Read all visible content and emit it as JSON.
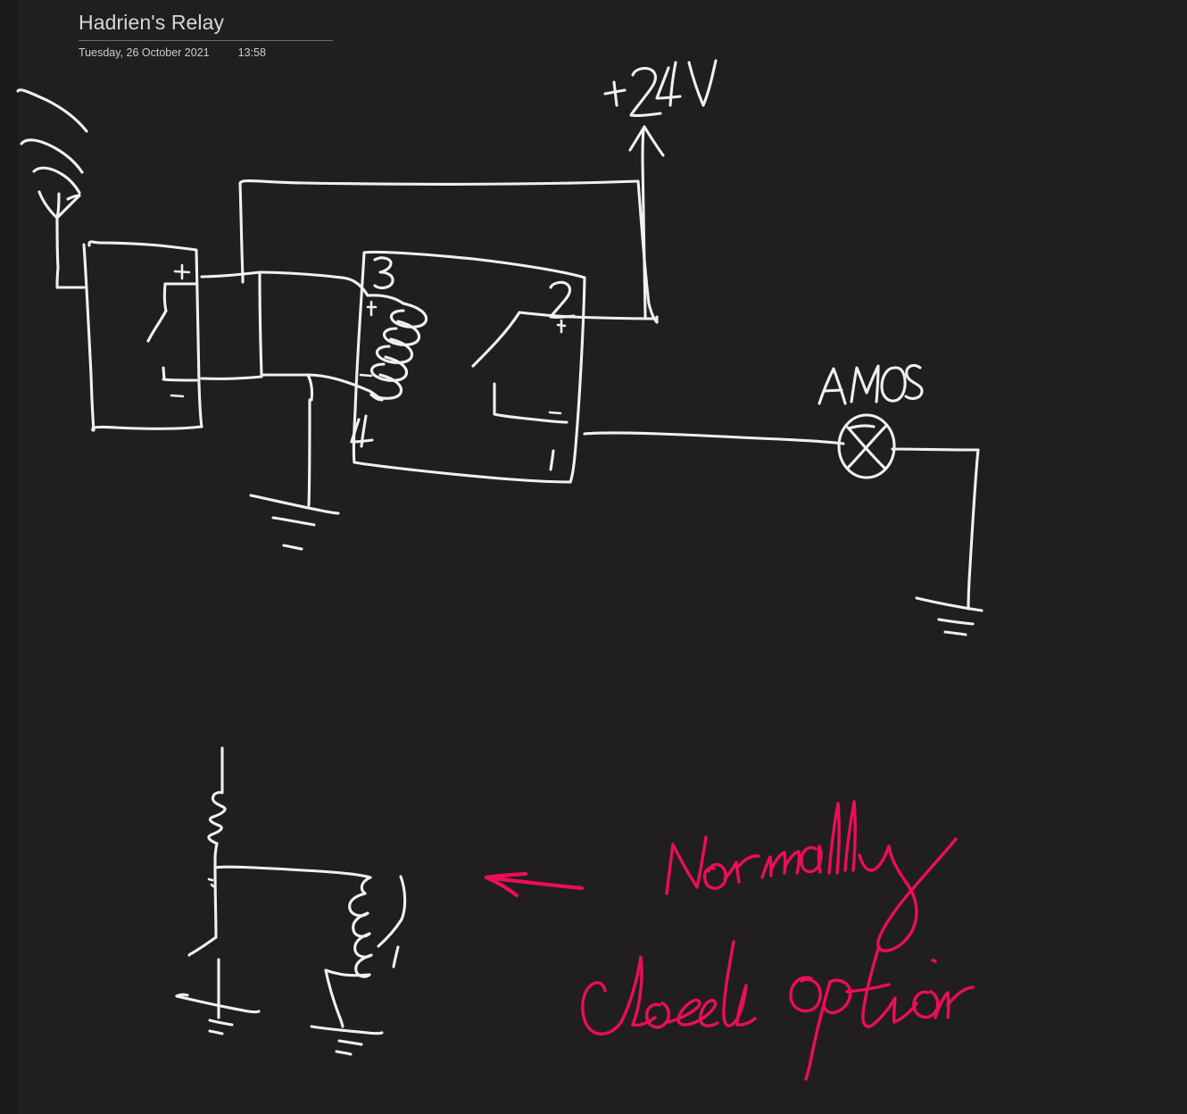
{
  "note": {
    "title": "Hadrien's Relay",
    "date": "Tuesday, 26 October 2021",
    "time": "13:58"
  },
  "colors": {
    "background": "#201f1e",
    "ink_white": "#f2f0ed",
    "ink_pink": "#ed0c5c",
    "header_text": "#d8d6d3"
  },
  "drawing": {
    "labels": {
      "supply": "+24V",
      "relay_terminal_3": "3",
      "relay_terminal_4": "4",
      "relay_terminal_2": "2",
      "relay_terminal_1": "1",
      "source_plus": "+",
      "source_minus": "-",
      "coil_plus": "+",
      "coil_minus": "-",
      "contact_plus": "+",
      "contact_minus": "-",
      "load": "AMOS"
    },
    "annotation": {
      "line1": "Normally",
      "line2": "closed option",
      "color": "#ed0c5c",
      "arrow": "left-arrow"
    },
    "symbols": [
      "antenna-icon",
      "radio-waves-icon",
      "receiver-box",
      "relay-box",
      "relay-coil",
      "relay-contact",
      "lamp-icon",
      "ground-icon-center",
      "ground-icon-right",
      "resistor-icon",
      "coil-icon",
      "ground-icon-lower-left",
      "ground-icon-lower-right"
    ]
  }
}
